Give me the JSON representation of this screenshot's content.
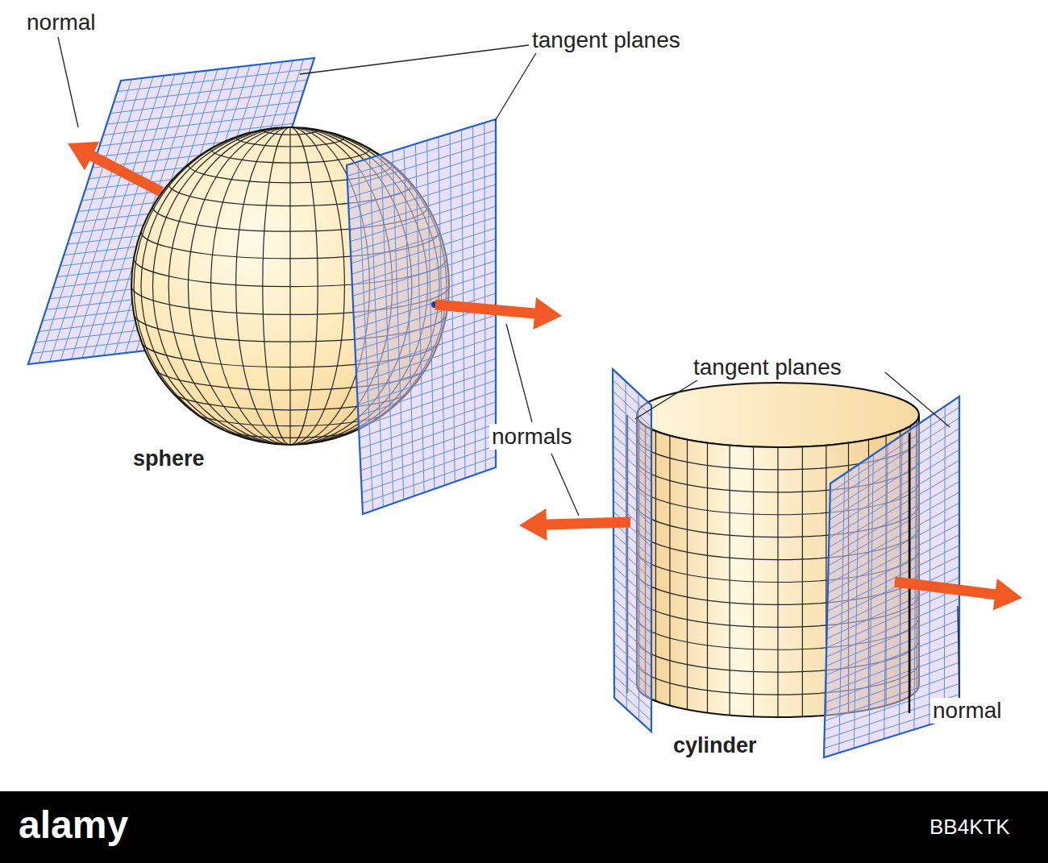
{
  "diagram": {
    "labels": [
      "normal",
      "tangent planes",
      "sphere",
      "normals",
      "tangent planes",
      "cylinder",
      "normal",
      "alamy",
      "BB4KTK"
    ]
  }
}
